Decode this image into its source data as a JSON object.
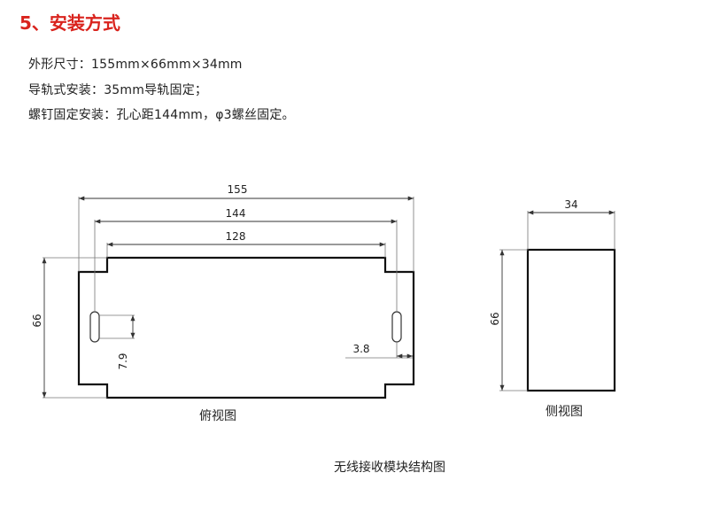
{
  "section": {
    "title": "5、安装方式"
  },
  "specs": [
    "外形尺寸：155mm×66mm×34mm",
    "导轨式安装：35mm导轨固定；",
    "螺钉固定安装：孔心距144mm，φ3螺丝固定。"
  ],
  "top_view": {
    "dims": {
      "overall": "155",
      "hole_pitch": "144",
      "inner": "128",
      "height": "66",
      "hole_y": "7.9",
      "hole_x": "3.8"
    },
    "caption": "俯视图"
  },
  "side_view": {
    "dims": {
      "width": "34",
      "height": "66"
    },
    "caption": "侧视图"
  },
  "figure_caption": "无线接收模块结构图"
}
